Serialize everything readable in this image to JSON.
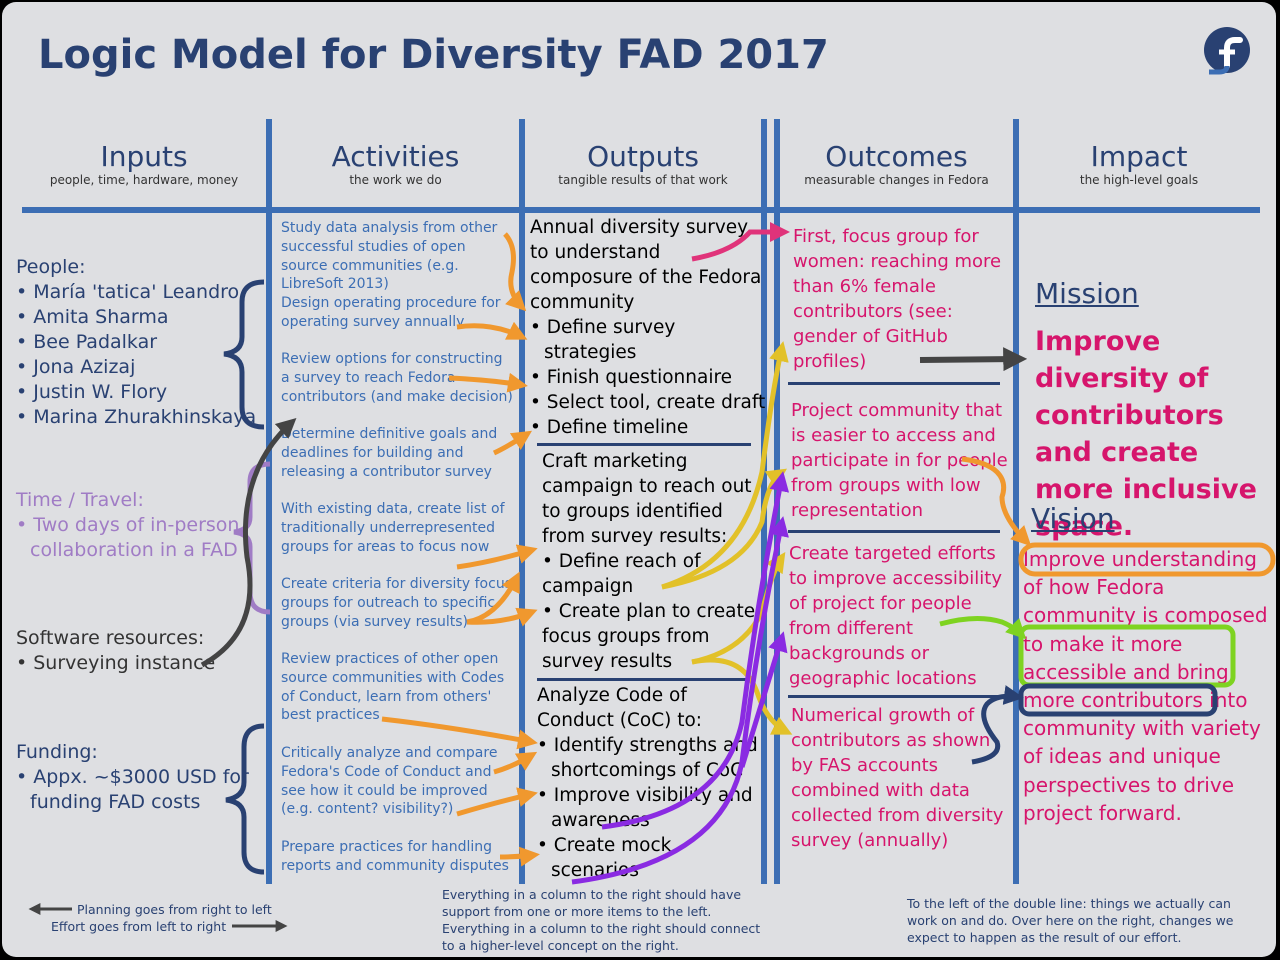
{
  "title": "Logic Model for Diversity FAD 2017",
  "columns": [
    {
      "title": "Inputs",
      "subtitle": "people, time, hardware, money"
    },
    {
      "title": "Activities",
      "subtitle": "the work we do"
    },
    {
      "title": "Outputs",
      "subtitle": "tangible results of that work"
    },
    {
      "title": "Outcomes",
      "subtitle": "measurable changes in Fedora"
    },
    {
      "title": "Impact",
      "subtitle": "the high-level goals"
    }
  ],
  "inputs": {
    "people_label": "People:",
    "people": [
      "• María 'tatica' Leandro",
      "• Amita Sharma",
      "• Bee Padalkar",
      "• Jona Azizaj",
      "• Justin W. Flory",
      "• Marina Zhurakhinskaya"
    ],
    "time_label": "Time / Travel:",
    "time_items": [
      "• Two days of in-person",
      "collaboration in a FAD"
    ],
    "software_label": "Software resources:",
    "software_items": [
      "• Surveying instance"
    ],
    "funding_label": "Funding:",
    "funding_items": [
      "• Appx. ~$3000 USD for",
      "funding FAD costs"
    ]
  },
  "activities": [
    "Study data analysis from other successful studies of open source communities (e.g. LibreSoft 2013)",
    "Design operating procedure for operating survey annually",
    "Review options for constructing a survey to reach Fedora contributors (and make decision)",
    "Determine definitive goals and deadlines for building and releasing a contributor survey",
    "With existing data, create list of traditionally underrepresented groups for areas to focus now",
    "Create criteria for diversity focus groups for outreach to specific groups (via survey results)",
    "Review practices of other open source communities with Codes of Conduct, learn from others' best practices",
    "Critically analyze and compare Fedora's Code of Conduct and see how it could be improved (e.g. content? visibility?)",
    "Prepare practices for handling reports and community disputes"
  ],
  "outputs": {
    "survey_lines": [
      "Annual diversity survey",
      "to understand",
      "composure of the Fedora",
      "community"
    ],
    "survey_items": [
      "• Define survey",
      "strategies",
      "• Finish questionnaire",
      "• Select tool, create draft",
      "• Define timeline"
    ],
    "marketing_lines": [
      "Craft marketing",
      "campaign to reach out",
      "to groups identified",
      "from survey results:"
    ],
    "marketing_items": [
      "• Define reach of",
      "campaign",
      "• Create plan to create",
      "focus groups from",
      "survey results"
    ],
    "coc_lines": [
      "Analyze Code of",
      "Conduct (CoC) to:"
    ],
    "coc_items": [
      "• Identify strengths and",
      "shortcomings of CoC",
      "• Improve visibility and",
      "awareness",
      "• Create mock",
      "scenarios"
    ]
  },
  "outcomes": [
    "First, focus group for women: reaching more than 6% female contributors (see: gender of GitHub profiles)",
    "Project community that is easier to access and participate in for people from groups with low representation",
    "Create targeted efforts to improve accessibility of project for people from different backgrounds or geographic locations",
    "Numerical growth of contributors as shown by FAS accounts combined with data collected from diversity survey (annually)"
  ],
  "impact": {
    "mission_label": "Mission",
    "mission_text": "Improve diversity of contributors and create more inclusive space.",
    "vision_label": "Vision",
    "vision_text": "Improve understanding of how Fedora community is composed to make it more accessible and bring more contributors into community with variety of ideas and unique perspectives to drive project forward."
  },
  "footer": {
    "planning": "Planning goes from right to left",
    "effort": "Effort goes from left to right",
    "center": [
      "Everything in a column to the right should have",
      "support from one or more items to the left.",
      "Everything in a column to the right should connect",
      "to a higher-level concept on the right."
    ],
    "right": [
      "To the left of the double line: things we actually can",
      "work on and do. Over here on the right, changes we",
      "expect to happen as the result of our effort."
    ]
  },
  "colors": {
    "navy": "#294172",
    "blue": "#3c6eb4",
    "pink": "#d6156c",
    "purple": "#a07cc5",
    "orange": "#f0982e",
    "yellow": "#e2c129",
    "green": "#7ed321",
    "violet": "#8a2be2"
  },
  "icons": {
    "logo": "fedora-logo-icon"
  }
}
